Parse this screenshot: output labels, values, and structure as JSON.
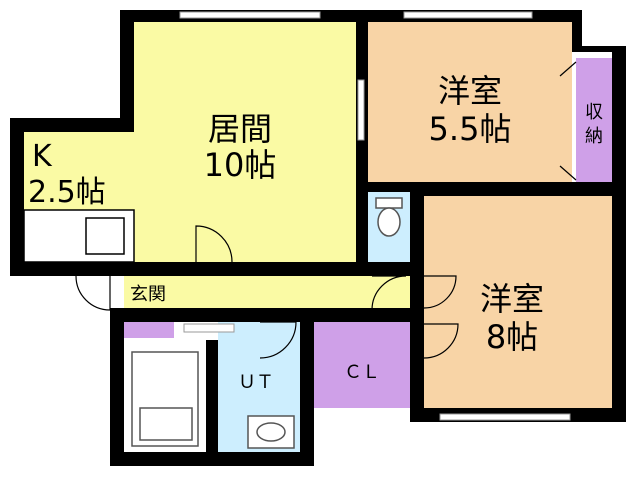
{
  "colors": {
    "living": "#fafaa4",
    "western": "#f8d4a6",
    "closet": "#cfa0e8",
    "bath": "#cdeefe",
    "walls": "#000000"
  },
  "rooms": {
    "living": {
      "name": "居間",
      "size": "10帖"
    },
    "kitchen": {
      "name": "K",
      "size": "2.5帖"
    },
    "western1": {
      "name": "洋室",
      "size": "5.5帖"
    },
    "storage": {
      "line1": "収",
      "line2": "納"
    },
    "western2": {
      "name": "洋室",
      "size": "8帖"
    },
    "entrance": {
      "name": "玄関"
    },
    "closet": {
      "name": "ＣＬ"
    },
    "utility": {
      "name": "ＵＴ"
    }
  }
}
